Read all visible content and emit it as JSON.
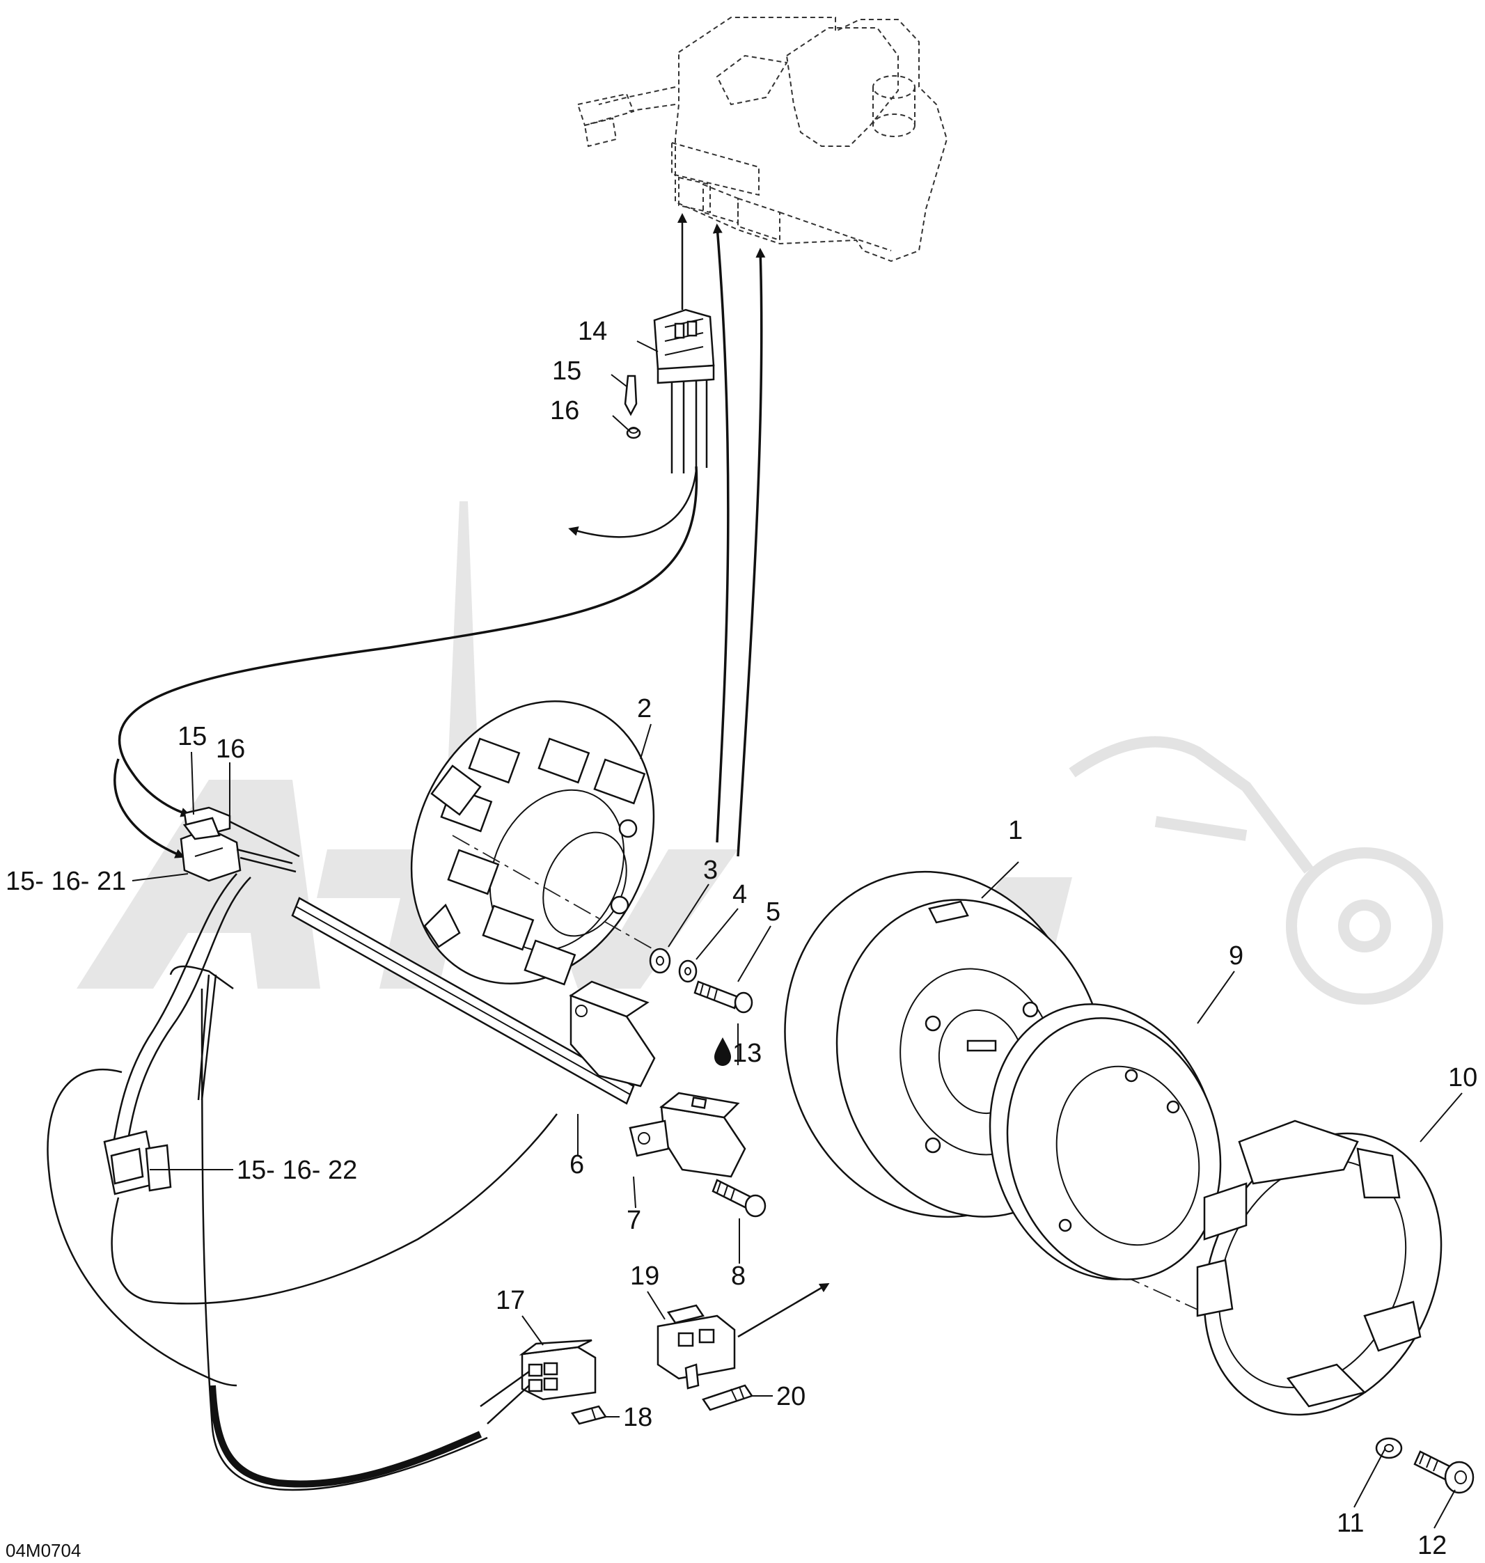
{
  "diagram_code": "04M0704",
  "callouts": {
    "c1": "1",
    "c2": "2",
    "c3": "3",
    "c4": "4",
    "c5": "5",
    "c6": "6",
    "c7": "7",
    "c8": "8",
    "c9": "9",
    "c10": "10",
    "c11": "11",
    "c12": "12",
    "c13": "13",
    "c14": "14",
    "c15a": "15",
    "c16a": "16",
    "c15b": "15",
    "c16b": "16",
    "c15_16_21": "15- 16- 21",
    "c15_16_22": "15- 16- 22",
    "c17": "17",
    "c18": "18",
    "c19": "19",
    "c20": "20"
  },
  "icons": {
    "loctite": "drop-icon",
    "arrow": "arrowhead-icon"
  },
  "colors": {
    "line": "#111111",
    "watermark": "#e6e6e6",
    "background": "#ffffff"
  }
}
